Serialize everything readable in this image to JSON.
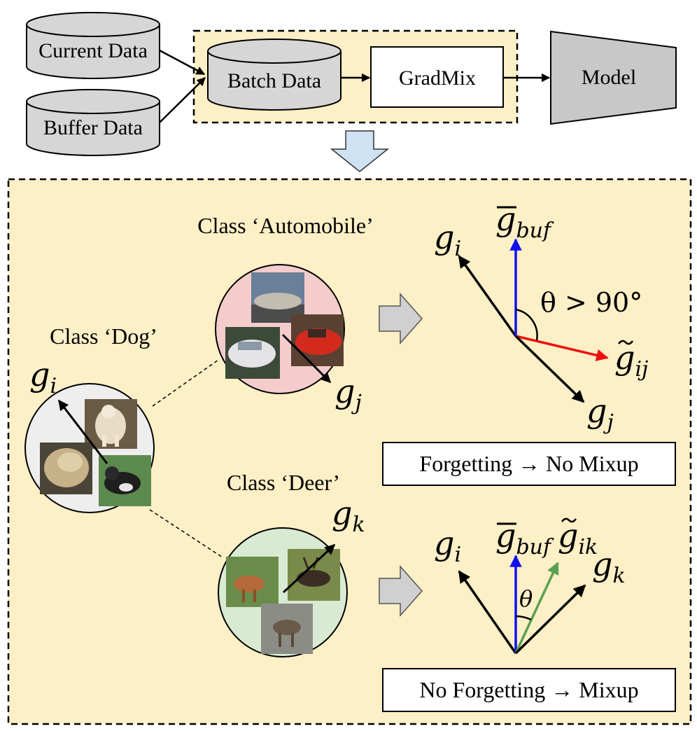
{
  "pipeline": {
    "current_data": "Current Data",
    "buffer_data": "Buffer Data",
    "batch_data": "Batch Data",
    "gradmix": "GradMix",
    "model": "Model"
  },
  "classes": {
    "dog": "Class ‘Dog’",
    "automobile": "Class ‘Automobile’",
    "deer": "Class ‘Deer’"
  },
  "gradients": {
    "g_i": "g",
    "g_i_sub": "i",
    "g_j": "g",
    "g_j_sub": "j",
    "g_k": "g",
    "g_k_sub": "k",
    "g_buf": "g",
    "g_buf_sub": "buf",
    "g_ij": "g",
    "g_ij_sub": "ij",
    "g_ik": "g",
    "g_ik_sub": "ik"
  },
  "angles": {
    "top": "θ > 90°",
    "bottom": "θ"
  },
  "results": {
    "forgetting": "Forgetting → No Mixup",
    "no_forgetting": "No Forgetting → Mixup"
  },
  "colors": {
    "panel_fill": "#fdefc6",
    "cylinder_fill": "#d6d6d6",
    "model_fill": "#c8c8c8",
    "auto_circle": "#f4cccc",
    "dog_circle": "#eeeeee",
    "deer_circle": "#d9ead3",
    "buf_vector": "#1010ee",
    "mix_vector_red": "#ee1010",
    "mix_vector_green": "#5aa050",
    "down_arrow": "#cfe2f3"
  }
}
